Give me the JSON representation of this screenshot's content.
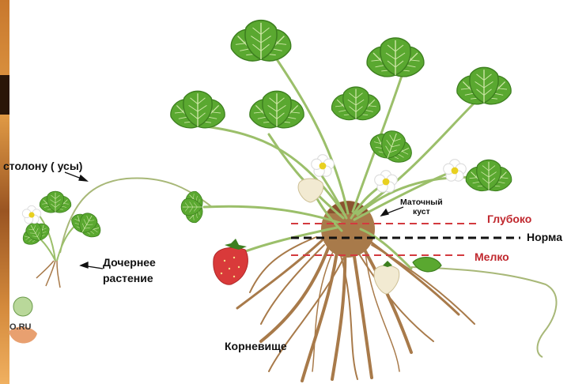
{
  "labels": {
    "stolon": "столону ( усы)",
    "daughter_line1": "Дочернее",
    "daughter_line2": "растение",
    "mother_line1": "Маточный",
    "mother_line2": "куст",
    "deep": "Глубоко",
    "normal": "Норма",
    "shallow": "Мелко",
    "rhizome": "Корневище"
  },
  "logo_text": "O.RU",
  "colors": {
    "deep_line": "#d33a3e",
    "normal_line": "#111111",
    "shallow_line": "#d33a3e",
    "deep_text": "#c0282e",
    "shallow_text": "#c0282e",
    "leaf": "#5aa830",
    "leaf_dark": "#3d7f1f",
    "stem": "#9bbf6a",
    "root": "#a87a4a",
    "berry": "#d93a3a"
  }
}
